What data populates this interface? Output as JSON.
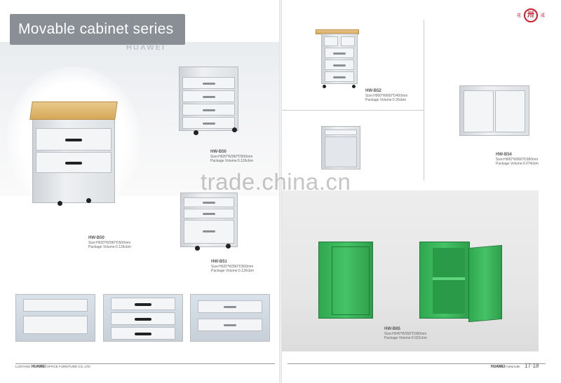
{
  "left_page": {
    "title": "Movable cabinet series",
    "brand": "HUAWEI",
    "products": [
      {
        "model": "HW-B50",
        "size": "Size:H620*W390*D500mm",
        "volume": "Package Volume:0.126cbm"
      },
      {
        "model": "HW-B50",
        "size": "Size:H620*W390*D500mm",
        "volume": "Package Volume:0.126cbm"
      },
      {
        "model": "HW-B51",
        "size": "Size:H620*W390*D500mm",
        "volume": "Package Volume:0.126cbm"
      }
    ],
    "footer_company_bold": "HUAWEI",
    "footer_company_prefix": "LUOYANG",
    "footer_company_suffix": "OFFICE FURNITURE CO.,LTD."
  },
  "right_page": {
    "products": [
      {
        "model": "HW-B52",
        "size": "Size:H900*W600*D450mm",
        "volume": "Package Volume:0.26cbm"
      },
      {
        "model": "HW-B54",
        "size": "Size:H900*W900*D380mm",
        "volume": "Package Volume:0.074cbm"
      },
      {
        "model": "HW-B65",
        "size": "Size:H645*W356*D380mm",
        "volume": "Package Volume:0.022cbm"
      }
    ],
    "logo_char": "卅",
    "logo_left": "花",
    "logo_right": "成",
    "footer_brand": "HUAWEI",
    "footer_brand_small": "FURNITURE",
    "page_number": "17·18"
  },
  "watermark": "trade.china.cn",
  "colors": {
    "title_bar": "#8a8f96",
    "cabinet_green": "#3bb45b",
    "wood": "#d9ad5f",
    "logo_red": "#c8202f"
  }
}
